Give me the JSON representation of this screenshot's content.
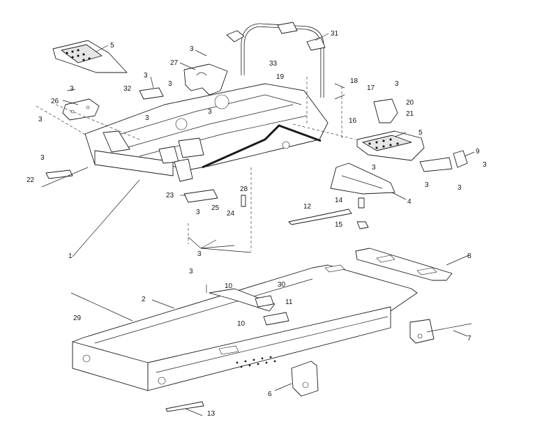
{
  "callouts": [
    {
      "id": "c31",
      "text": "31"
    },
    {
      "id": "c5a",
      "text": "5"
    },
    {
      "id": "c3a",
      "text": "3"
    },
    {
      "id": "c27",
      "text": "27"
    },
    {
      "id": "c33",
      "text": "33"
    },
    {
      "id": "c3b",
      "text": "3"
    },
    {
      "id": "c19",
      "text": "19"
    },
    {
      "id": "c18",
      "text": "18"
    },
    {
      "id": "c17",
      "text": "17"
    },
    {
      "id": "c3c",
      "text": "3"
    },
    {
      "id": "c32",
      "text": "32"
    },
    {
      "id": "c3d",
      "text": "3"
    },
    {
      "id": "c3e",
      "text": "3"
    },
    {
      "id": "c26",
      "text": "26"
    },
    {
      "id": "c3f",
      "text": "3"
    },
    {
      "id": "c16",
      "text": "16"
    },
    {
      "id": "c20",
      "text": "20"
    },
    {
      "id": "c21",
      "text": "21"
    },
    {
      "id": "c3g",
      "text": "3"
    },
    {
      "id": "c3h",
      "text": "3"
    },
    {
      "id": "c5b",
      "text": "5"
    },
    {
      "id": "c9",
      "text": "9"
    },
    {
      "id": "c3i",
      "text": "3"
    },
    {
      "id": "c3j",
      "text": "3"
    },
    {
      "id": "c3k",
      "text": "3"
    },
    {
      "id": "c3l",
      "text": "3"
    },
    {
      "id": "c22",
      "text": "22"
    },
    {
      "id": "c3m",
      "text": "3"
    },
    {
      "id": "c28",
      "text": "28"
    },
    {
      "id": "c23",
      "text": "23"
    },
    {
      "id": "c14",
      "text": "14"
    },
    {
      "id": "c4",
      "text": "4"
    },
    {
      "id": "c12",
      "text": "12"
    },
    {
      "id": "c25",
      "text": "25"
    },
    {
      "id": "c24",
      "text": "24"
    },
    {
      "id": "c3n",
      "text": "3"
    },
    {
      "id": "c15",
      "text": "15"
    },
    {
      "id": "c3o",
      "text": "3"
    },
    {
      "id": "c1",
      "text": "1"
    },
    {
      "id": "c8",
      "text": "8"
    },
    {
      "id": "c3p",
      "text": "3"
    },
    {
      "id": "c10a",
      "text": "10"
    },
    {
      "id": "c30",
      "text": "30"
    },
    {
      "id": "c2",
      "text": "2"
    },
    {
      "id": "c11",
      "text": "11"
    },
    {
      "id": "c29",
      "text": "29"
    },
    {
      "id": "c10b",
      "text": "10"
    },
    {
      "id": "c7",
      "text": "7"
    },
    {
      "id": "c6",
      "text": "6"
    },
    {
      "id": "c13",
      "text": "13"
    }
  ]
}
